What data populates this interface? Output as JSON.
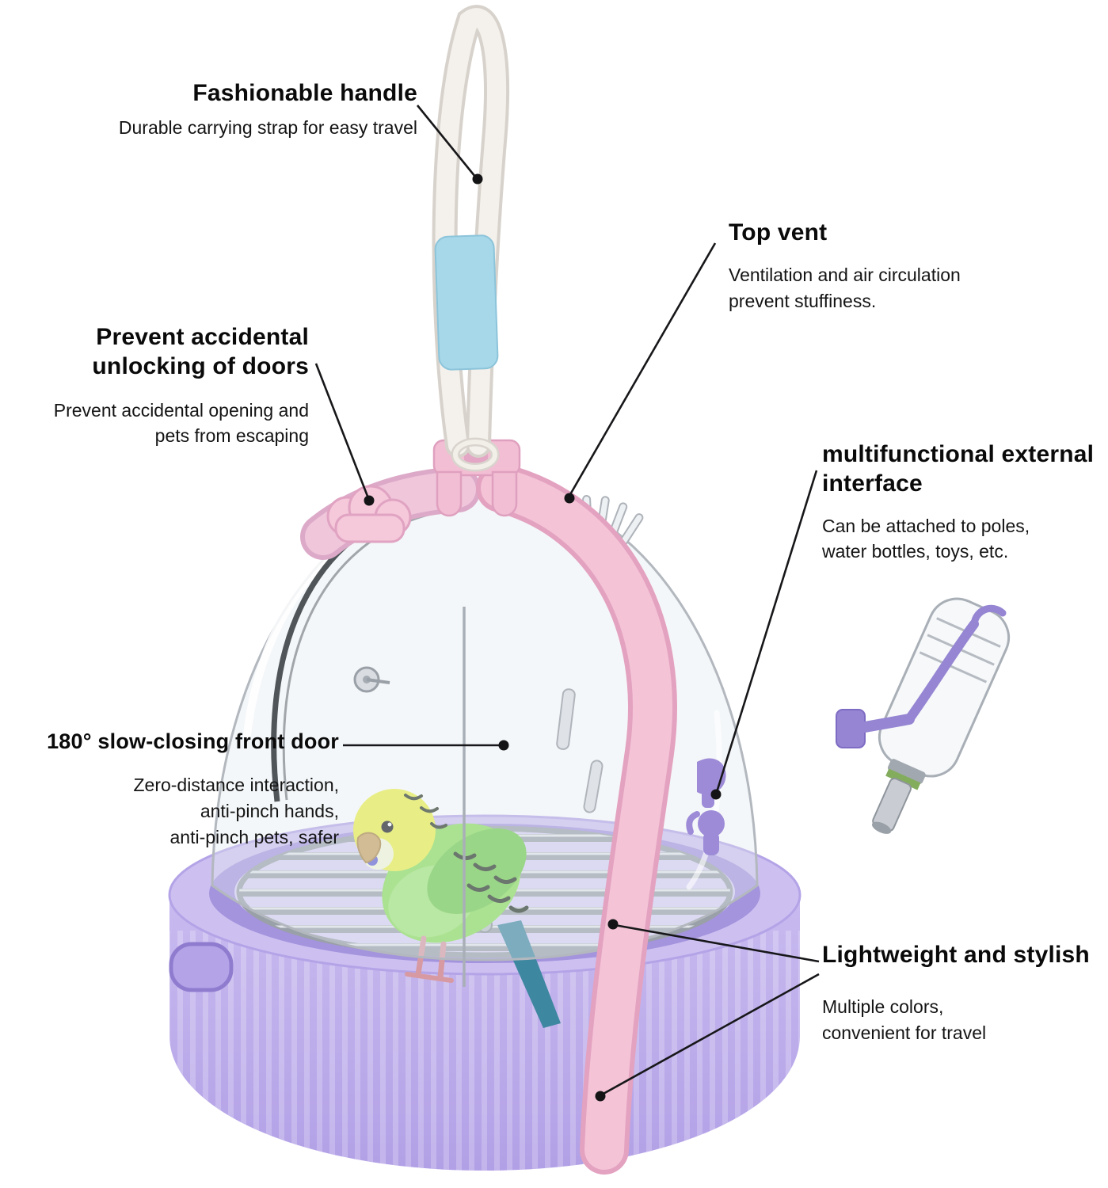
{
  "page": {
    "background": "#ffffff"
  },
  "product": {
    "label": "portable dome bird carrier cage with budgie",
    "colors": {
      "base_purple": "#c3b3ee",
      "rim_purple": "#a493dd",
      "strap_pink": "#f4c3d6",
      "sleeve_blue": "#a7d8ea",
      "rope_white": "#f4f1ec",
      "holder_purple": "#9585d2",
      "bird_head_yellow": "#ecf045",
      "bird_body_green": "#8ade58"
    }
  },
  "callouts": {
    "handle": {
      "title": "Fashionable handle",
      "desc": "Durable carrying strap for easy travel"
    },
    "top_vent": {
      "title": "Top vent",
      "desc": "Ventilation and air circulation\nprevent stuffiness."
    },
    "door_lock": {
      "title": "Prevent accidental\nunlocking of doors",
      "desc": "Prevent accidental opening and\npets from escaping"
    },
    "external_interface": {
      "title": "multifunctional external\ninterface",
      "desc": "Can be attached to poles,\nwater bottles, toys, etc."
    },
    "front_door": {
      "title": "180° slow-closing front door",
      "desc": "Zero-distance interaction,\nanti-pinch hands,\nanti-pinch pets, safer"
    },
    "lightweight": {
      "title": "Lightweight and stylish",
      "desc": "Multiple colors,\nconvenient for travel"
    }
  }
}
